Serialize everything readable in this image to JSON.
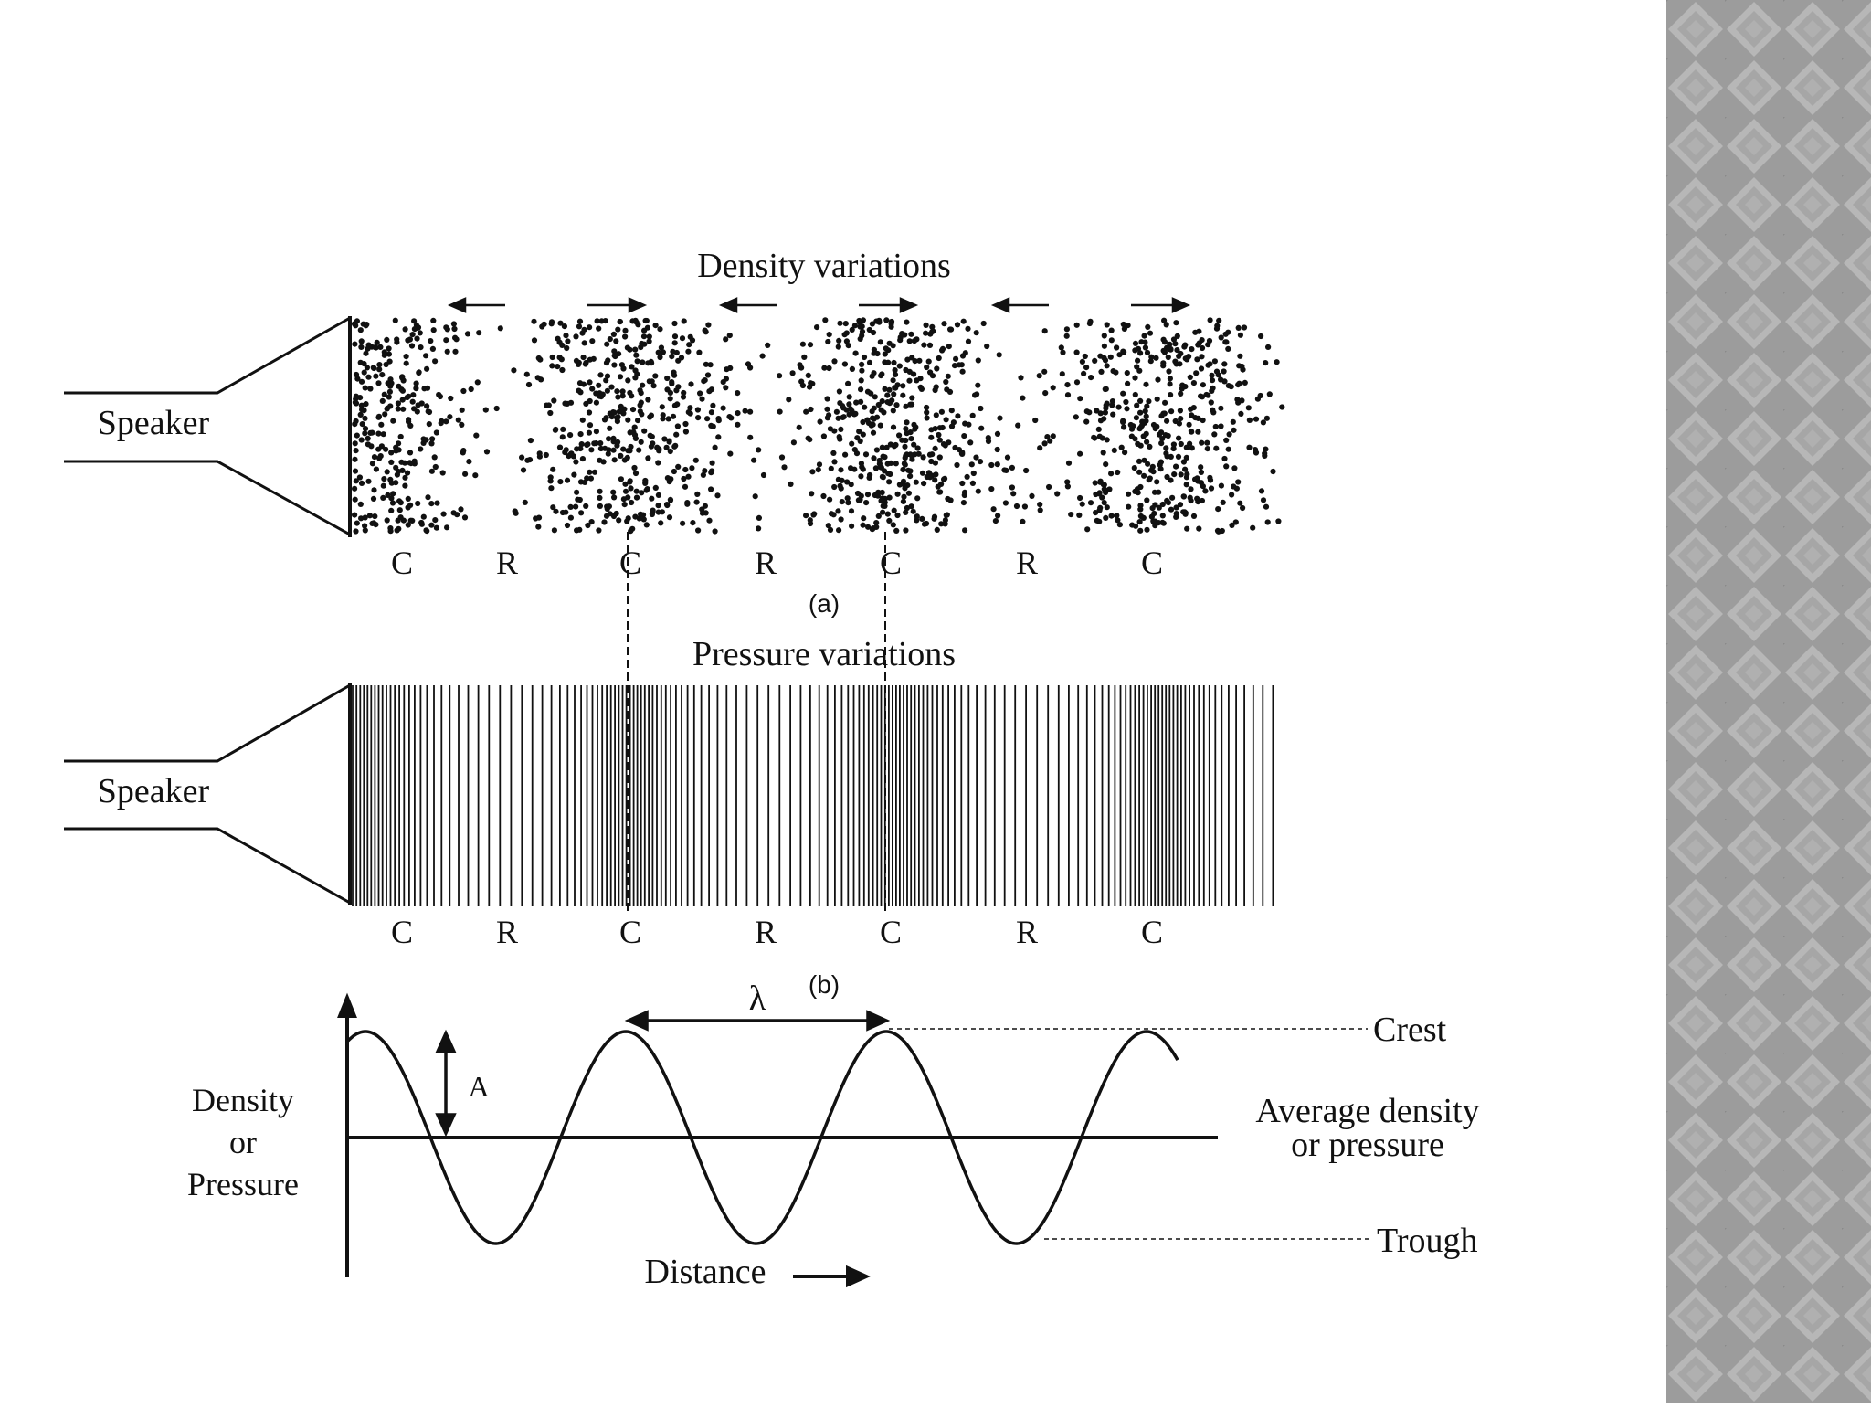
{
  "panel_a": {
    "title": "Density variations",
    "speaker_label": "Speaker",
    "region_labels": [
      "C",
      "R",
      "C",
      "R",
      "C",
      "R",
      "C"
    ],
    "caption": "(a)",
    "arrow_directions": [
      "left",
      "right",
      "left",
      "right",
      "left",
      "right"
    ]
  },
  "panel_b": {
    "title": "Pressure variations",
    "speaker_label": "Speaker",
    "region_labels": [
      "C",
      "R",
      "C",
      "R",
      "C",
      "R",
      "C"
    ],
    "caption": "(b)"
  },
  "graph": {
    "y_axis_label": [
      "Density",
      "or",
      "Pressure"
    ],
    "x_axis_label": "Distance",
    "wavelength_symbol": "λ",
    "amplitude_symbol": "A",
    "crest_label": "Crest",
    "trough_label": "Trough",
    "average_label": [
      "Average density",
      "or pressure"
    ]
  },
  "colors": {
    "ink": "#111111",
    "sidebar_base": "#9c9c9c",
    "sidebar_light": "#b9b9b9",
    "sidebar_dark": "#8a8a8a"
  }
}
